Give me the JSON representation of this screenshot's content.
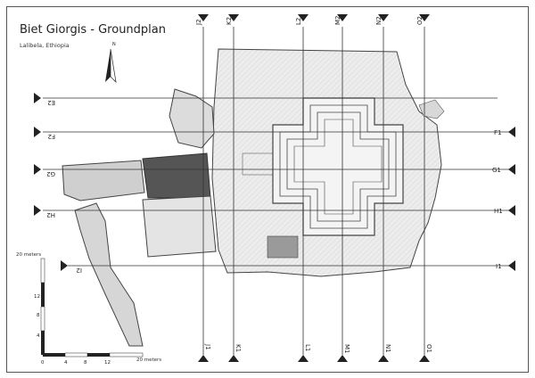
{
  "title": "Biet Giorgis - Groundplan",
  "subtitle": "Lalibela, Ethiopia",
  "north_label": "N",
  "colors": {
    "line": "#333333",
    "frame": "#555555",
    "stone_light": "#e9e9e9",
    "stone_dark": "#555555"
  },
  "section_labels": {
    "top": [
      "J2",
      "K2",
      "L2",
      "M2",
      "N2",
      "O2"
    ],
    "bottom": [
      "J1",
      "K1",
      "L1",
      "M1",
      "N1",
      "O1"
    ],
    "left": [
      "E2",
      "F2",
      "G2",
      "H2",
      "I2"
    ],
    "right": [
      "F1",
      "G1",
      "H1",
      "I1"
    ]
  },
  "scale": {
    "title": "20 meters",
    "units_label": "20 meters",
    "vertical_ticks": [
      "12",
      "8",
      "4"
    ],
    "horizontal_ticks": [
      "0",
      "4",
      "8",
      "12"
    ]
  }
}
